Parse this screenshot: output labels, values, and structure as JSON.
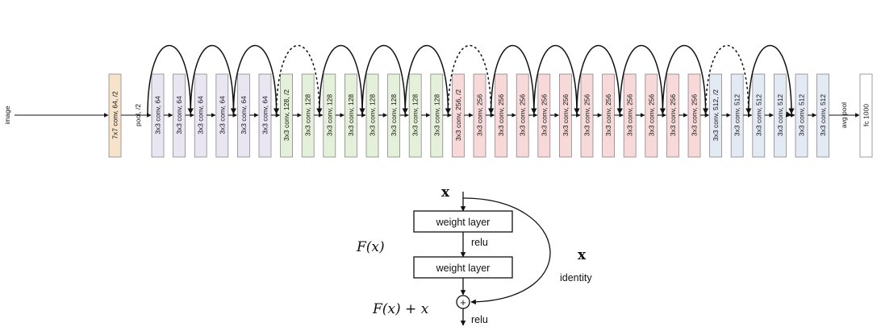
{
  "input_label": "image",
  "pool_label": "pool, /2",
  "avg_pool_label": "avg pool",
  "fc_label": "fc 1000",
  "stem": {
    "label": "7x7 conv, 64, /2",
    "color": "#f7e2cc"
  },
  "stages": [
    {
      "color": "#e9e6f2",
      "labels": [
        "3x3 conv, 64",
        "3x3 conv, 64",
        "3x3 conv, 64",
        "3x3 conv, 64",
        "3x3 conv, 64",
        "3x3 conv, 64"
      ]
    },
    {
      "color": "#e4f0d9",
      "labels": [
        "3x3 conv, 128, /2",
        "3x3 conv, 128",
        "3x3 conv, 128",
        "3x3 conv, 128",
        "3x3 conv, 128",
        "3x3 conv, 128",
        "3x3 conv, 128",
        "3x3 conv, 128"
      ]
    },
    {
      "color": "#f6d9d8",
      "labels": [
        "3x3 conv, 256, /2",
        "3x3 conv, 256",
        "3x3 conv, 256",
        "3x3 conv, 256",
        "3x3 conv, 256",
        "3x3 conv, 256",
        "3x3 conv, 256",
        "3x3 conv, 256",
        "3x3 conv, 256",
        "3x3 conv, 256",
        "3x3 conv, 256",
        "3x3 conv, 256"
      ]
    },
    {
      "color": "#e3eaf3",
      "labels": [
        "3x3 conv, 512, /2",
        "3x3 conv, 512",
        "3x3 conv, 512",
        "3x3 conv, 512",
        "3x3 conv, 512",
        "3x3 conv, 512"
      ]
    }
  ],
  "fc_color": "#ffffff",
  "shortcuts": [
    "solid",
    "solid",
    "solid",
    "dotted",
    "solid",
    "solid",
    "solid",
    "dotted",
    "solid",
    "solid",
    "solid",
    "solid",
    "solid",
    "dotted",
    "solid",
    "solid"
  ],
  "block": {
    "x_top": "x",
    "weight_layer_1": "weight layer",
    "relu_mid": "relu",
    "weight_layer_2": "weight layer",
    "f_label": "F(x)",
    "sum_label": "F(x) + x",
    "x_identity": "x",
    "identity": "identity",
    "relu_out": "relu",
    "plus": "+"
  }
}
